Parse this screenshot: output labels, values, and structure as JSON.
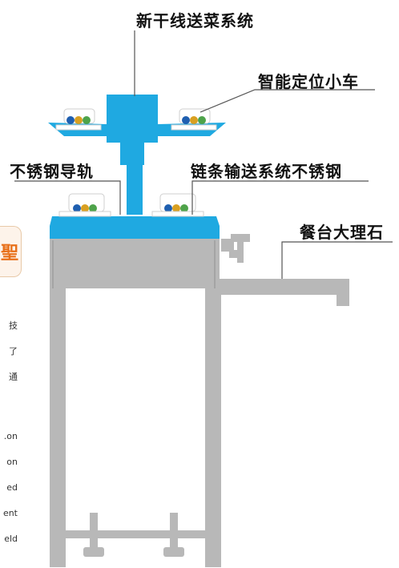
{
  "labels": {
    "main_line": "新干线送菜系统",
    "smart_cart": "智能定位小车",
    "stainless_rail": "不锈钢导轨",
    "chain_conveyor": "链条输送系统不锈钢",
    "marble_counter": "餐台大理石"
  },
  "side_fragments": [
    "技",
    "了",
    "通",
    "on.",
    "on",
    "ed",
    "ent",
    "eld"
  ],
  "badge_char": "聖",
  "colors": {
    "blue": "#1fa9e1",
    "gray": "#b8b8b8",
    "dark_gray": "#8f8f8f",
    "leader": "#555555",
    "badge_orange": "#e8701a"
  }
}
